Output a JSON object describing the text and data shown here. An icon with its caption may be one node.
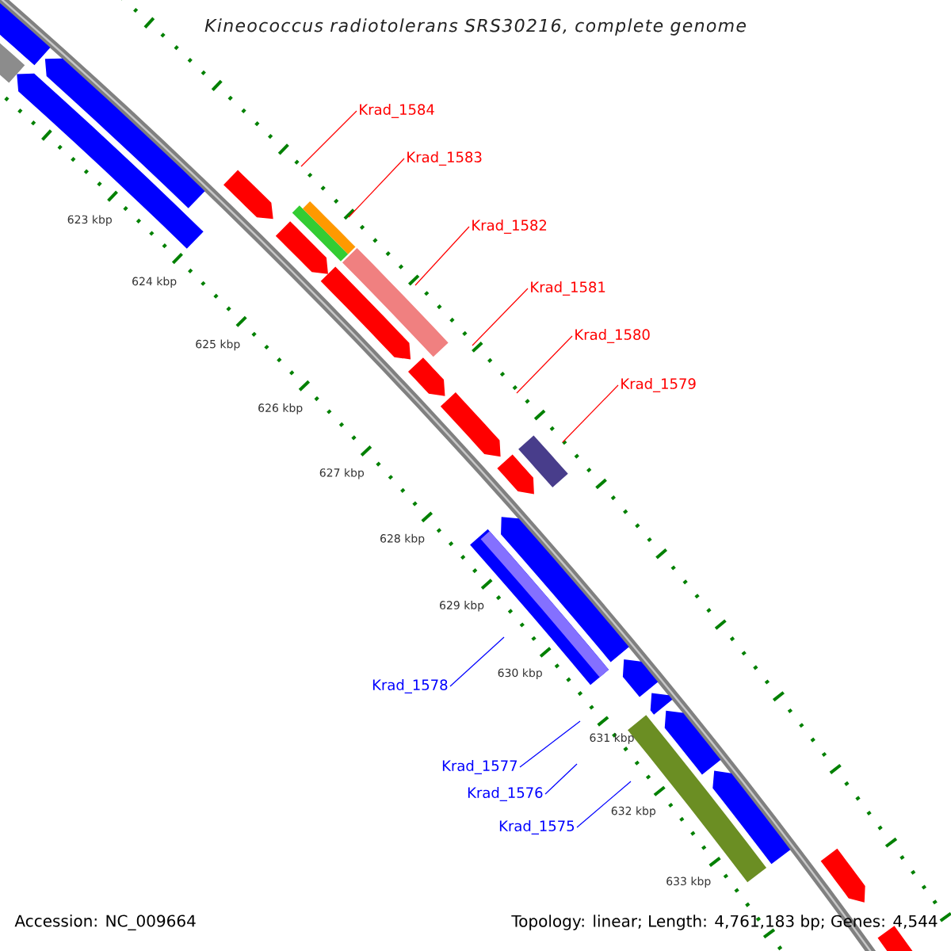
{
  "diagram": {
    "title": "Kineococcus radiotolerans SRS30216, complete genome",
    "nodes": [
      {
        "text": [
          "Krad_1584"
        ]
      },
      {
        "text": [
          "Krad_1583"
        ]
      },
      {
        "text": [
          "Krad_1582"
        ]
      },
      {
        "text": [
          "Krad_1581"
        ]
      },
      {
        "text": [
          "Krad_1580"
        ]
      },
      {
        "text": [
          "Krad_1579"
        ]
      },
      {
        "text": [
          "Krad_1578"
        ]
      },
      {
        "text": [
          "Krad_1577"
        ]
      },
      {
        "text": [
          "Krad_1576"
        ]
      },
      {
        "text": [
          "Krad_1575"
        ]
      }
    ],
    "edges": [
      {
        "from": 0,
        "to": null,
        "arrow": "none"
      },
      {
        "from": 1,
        "to": null,
        "arrow": "none"
      },
      {
        "from": 2,
        "to": null,
        "arrow": "none"
      },
      {
        "from": 3,
        "to": null,
        "arrow": "none"
      },
      {
        "from": 4,
        "to": null,
        "arrow": "none"
      },
      {
        "from": 5,
        "to": null,
        "arrow": "none"
      },
      {
        "from": 6,
        "to": null,
        "arrow": "none",
        "color": "#0000ff"
      },
      {
        "from": 7,
        "to": null,
        "arrow": "none",
        "color": "#0000ff"
      },
      {
        "from": 8,
        "to": null,
        "arrow": "none",
        "color": "#0000ff"
      },
      {
        "from": 9,
        "to": null,
        "arrow": "none",
        "color": "#0000ff"
      }
    ],
    "labels": [
      "623 kbp",
      "624 kbp",
      "625 kbp",
      "626 kbp",
      "627 kbp",
      "628 kbp",
      "629 kbp",
      "630 kbp",
      "631 kbp",
      "632 kbp",
      "633 kbp",
      "Accession: NC_009664",
      "Topology: linear; Length: 4,761,183 bp; Genes: 4,544"
    ]
  }
}
